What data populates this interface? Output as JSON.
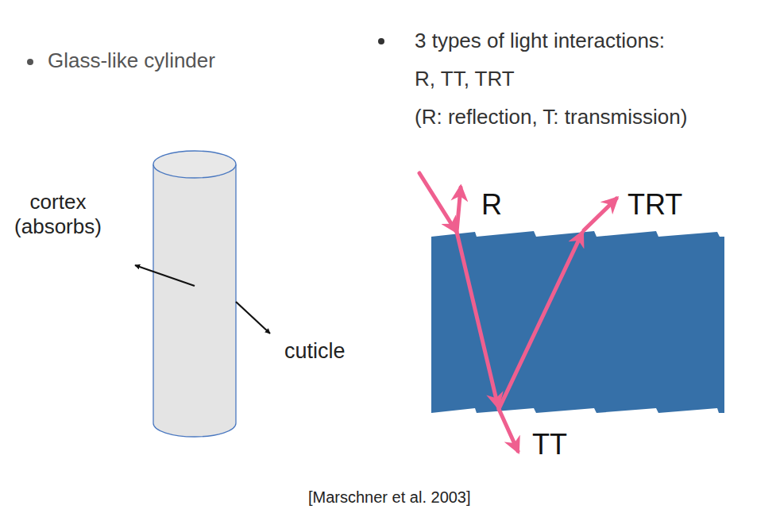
{
  "diagram": {
    "caption": "[Marschner et al. 2003]",
    "labels": [
      "Glass-like cylinder",
      "3 types of light interactions:",
      "R, TT, TRT",
      "(R: reflection, T: transmission)",
      "cortex (absorbs)",
      "cuticle",
      "R",
      "TRT",
      "TT"
    ]
  }
}
